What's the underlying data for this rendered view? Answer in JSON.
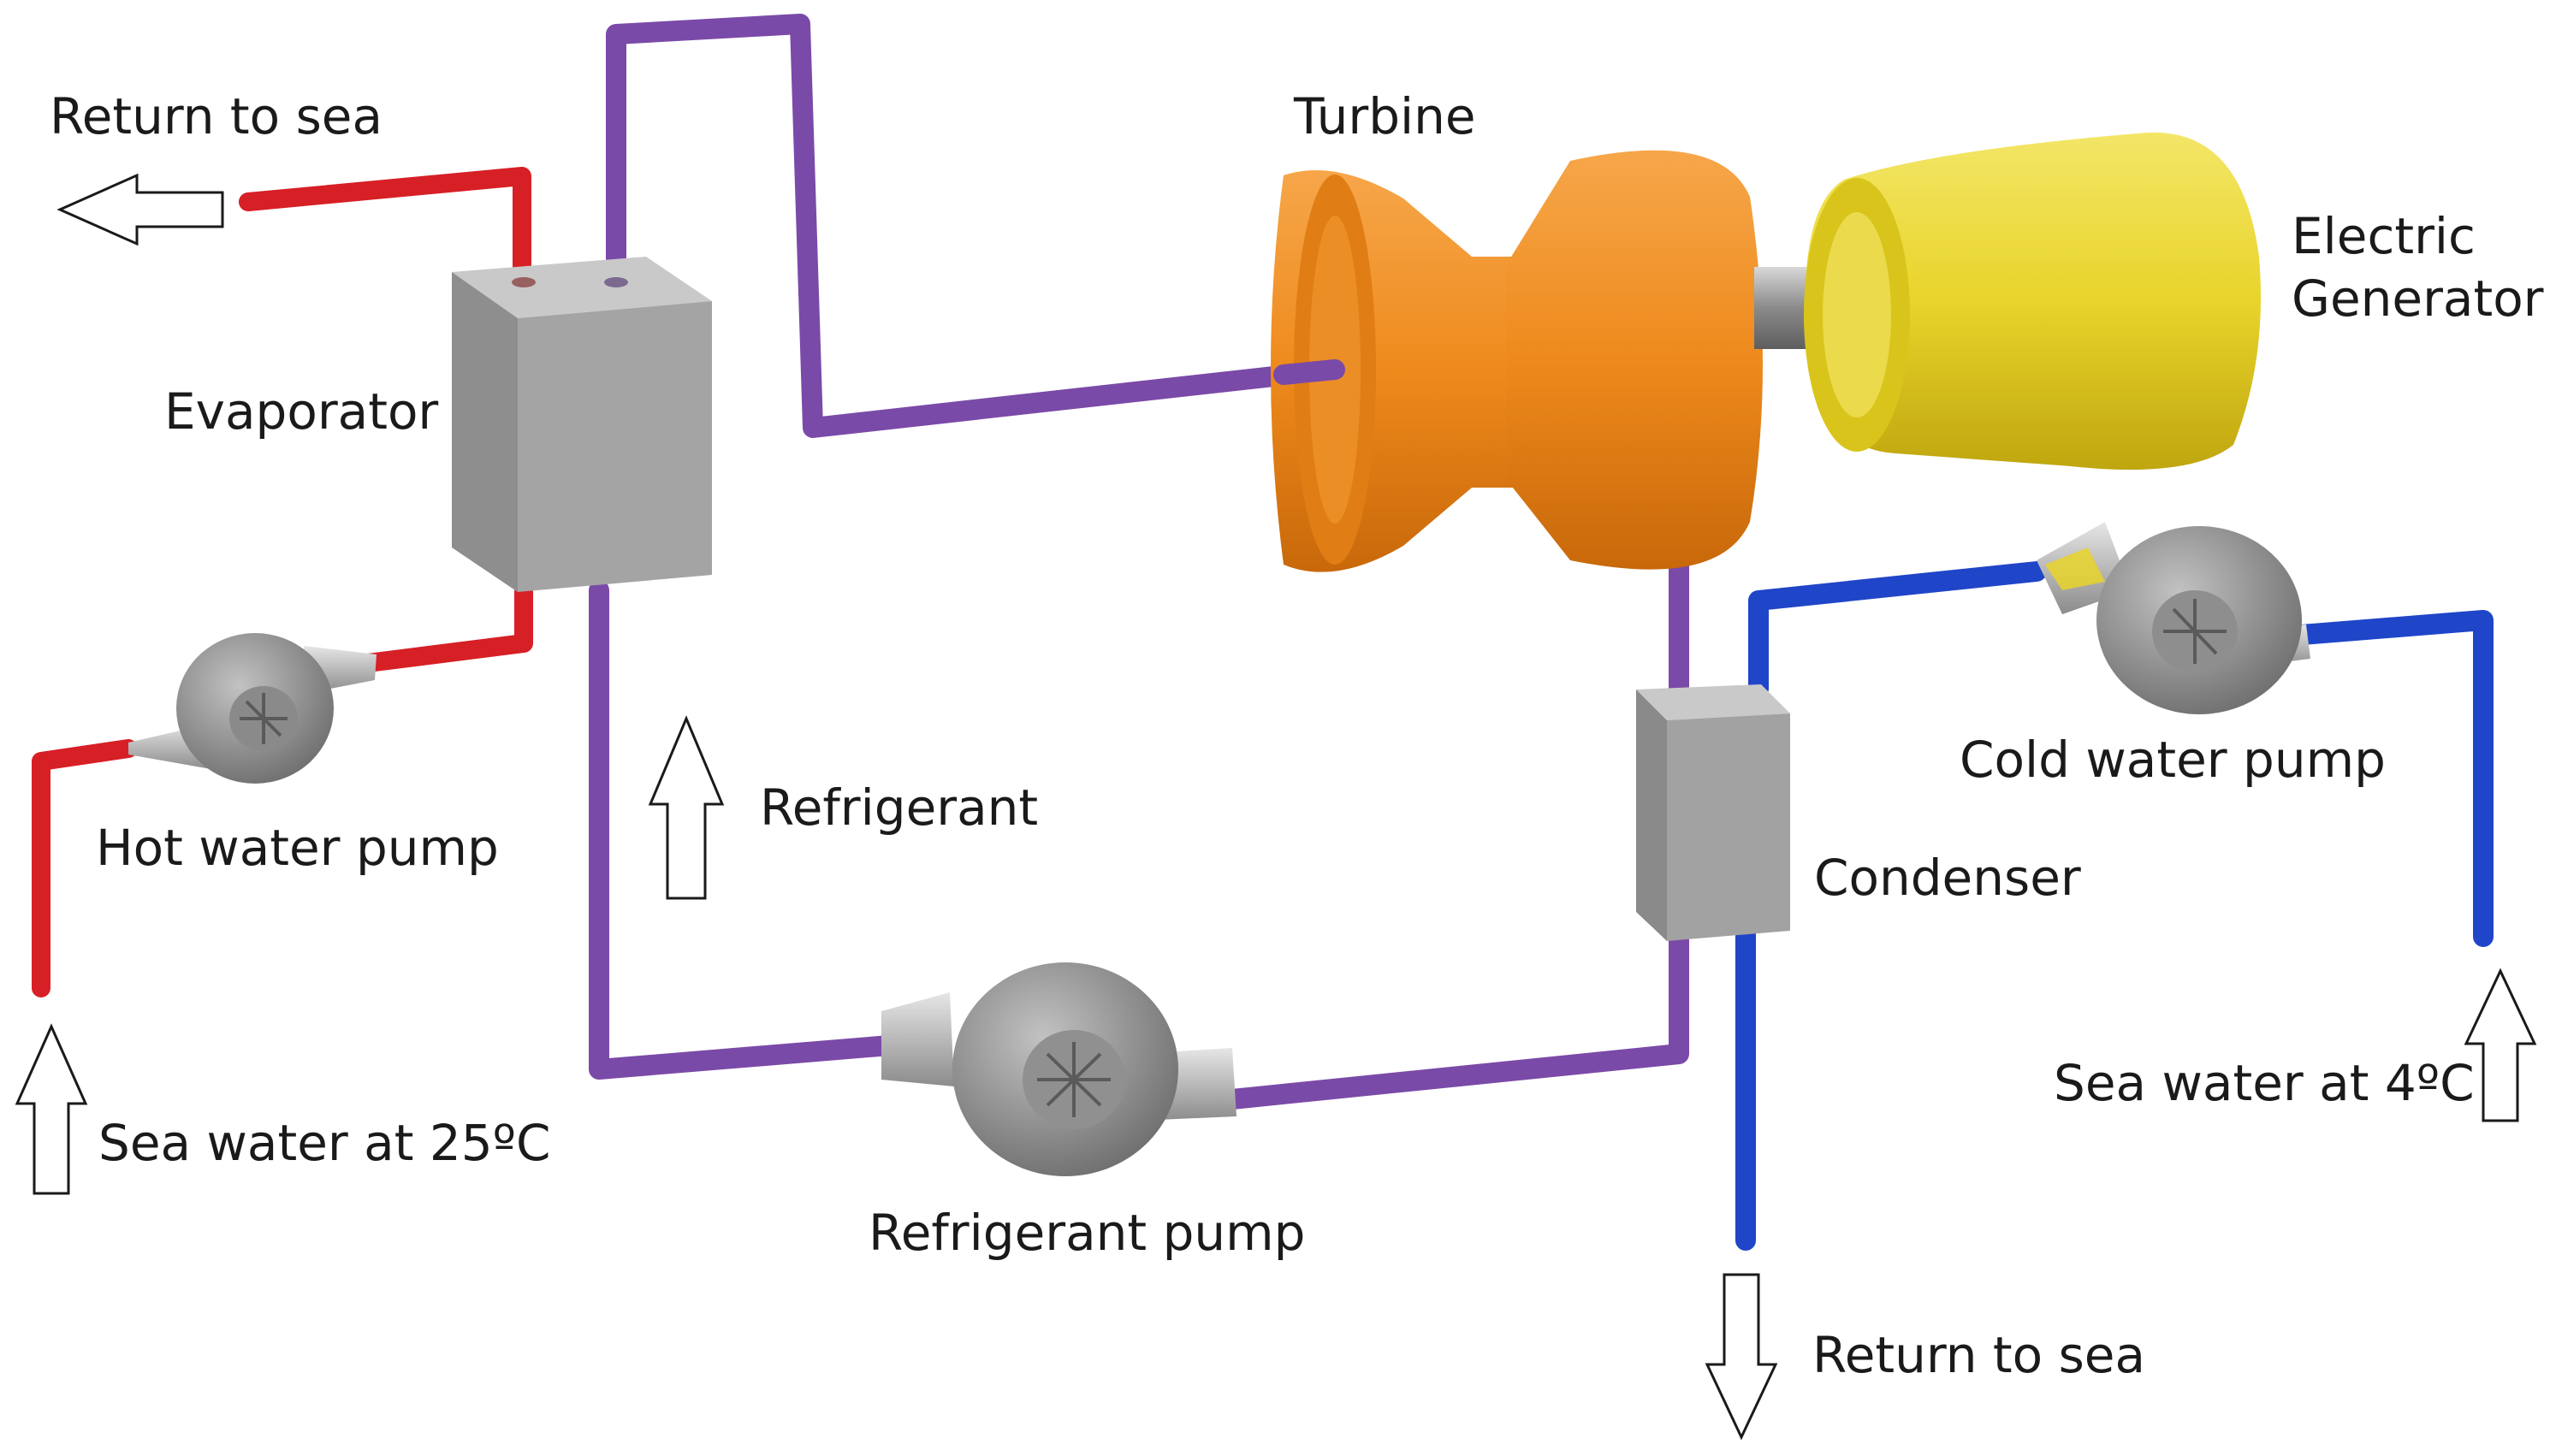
{
  "labels": {
    "return_to_sea_top": "Return to sea",
    "evaporator": "Evaporator",
    "turbine": "Turbine",
    "electric_generator": "Electric Generator",
    "refrigerant": "Refrigerant",
    "hot_water_pump": "Hot water pump",
    "sea_water_warm": "Sea water at 25ºC",
    "cold_water_pump": "Cold water pump",
    "condenser": "Condenser",
    "sea_water_cold": "Sea water at 4ºC",
    "refrigerant_pump": "Refrigerant pump",
    "return_to_sea_bottom": "Return to sea"
  },
  "colors": {
    "hot_water_pipe": "#d71f26",
    "refrigerant_pipe": "#7a4aa8",
    "cold_water_pipe": "#1f45c8",
    "turbine": "#ee8a1c",
    "generator": "#e8d42a",
    "equipment_gray": "#9c9c9c"
  }
}
